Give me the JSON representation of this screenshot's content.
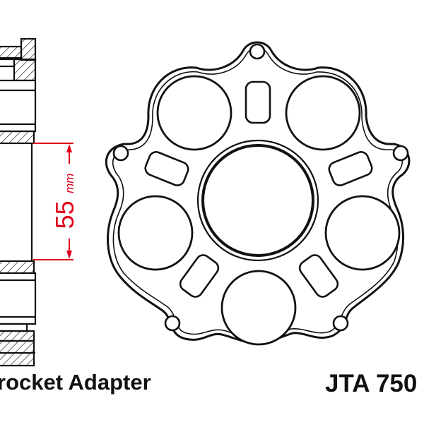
{
  "dimension": {
    "value": "55",
    "unit": "mm"
  },
  "caption": "rocket Adapter",
  "part_number": "JTA 750",
  "colors": {
    "line": "#111111",
    "dimension": "#e0001b",
    "background": "#ffffff"
  }
}
